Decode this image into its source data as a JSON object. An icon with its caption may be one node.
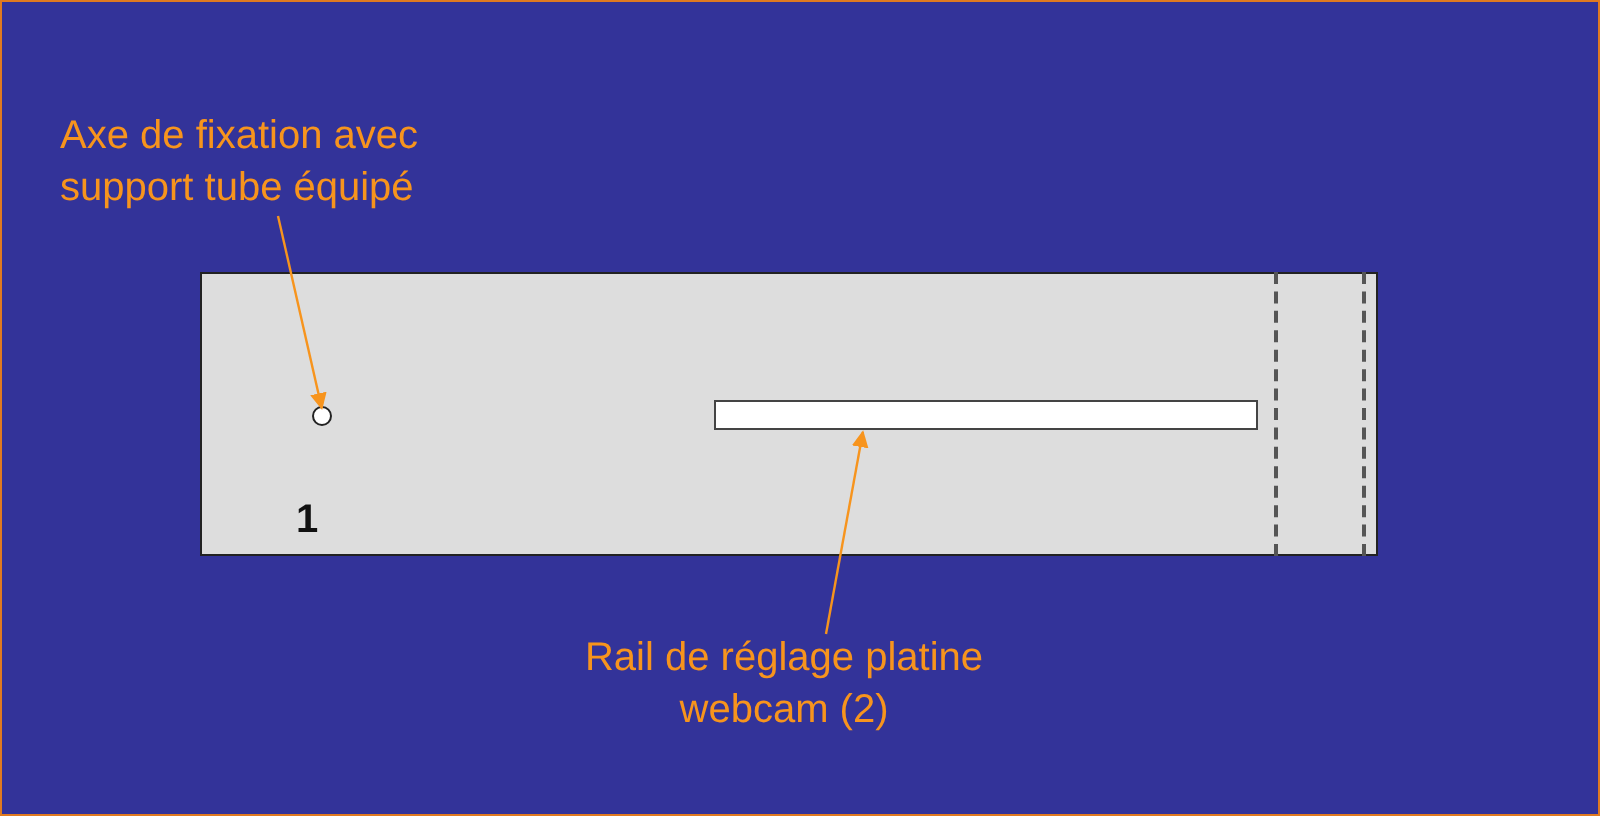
{
  "diagram": {
    "nodes": [
      {
        "text": [
          "1"
        ]
      },
      {
        "text": [],
        "shape": "circle",
        "in": 0
      },
      {
        "text": [],
        "shape": "bar",
        "in": 0
      },
      {
        "text": [],
        "shape": "box",
        "in": 0
      },
      {
        "text": [
          "Axe de fixation avec support tube équipé"
        ]
      },
      {
        "text": [
          "Rail de réglage platine webcam (2)"
        ]
      }
    ],
    "edges": [
      {
        "from": 4,
        "to": 1,
        "arrow": "to"
      },
      {
        "from": 5,
        "to": 2,
        "arrow": "to"
      }
    ]
  }
}
